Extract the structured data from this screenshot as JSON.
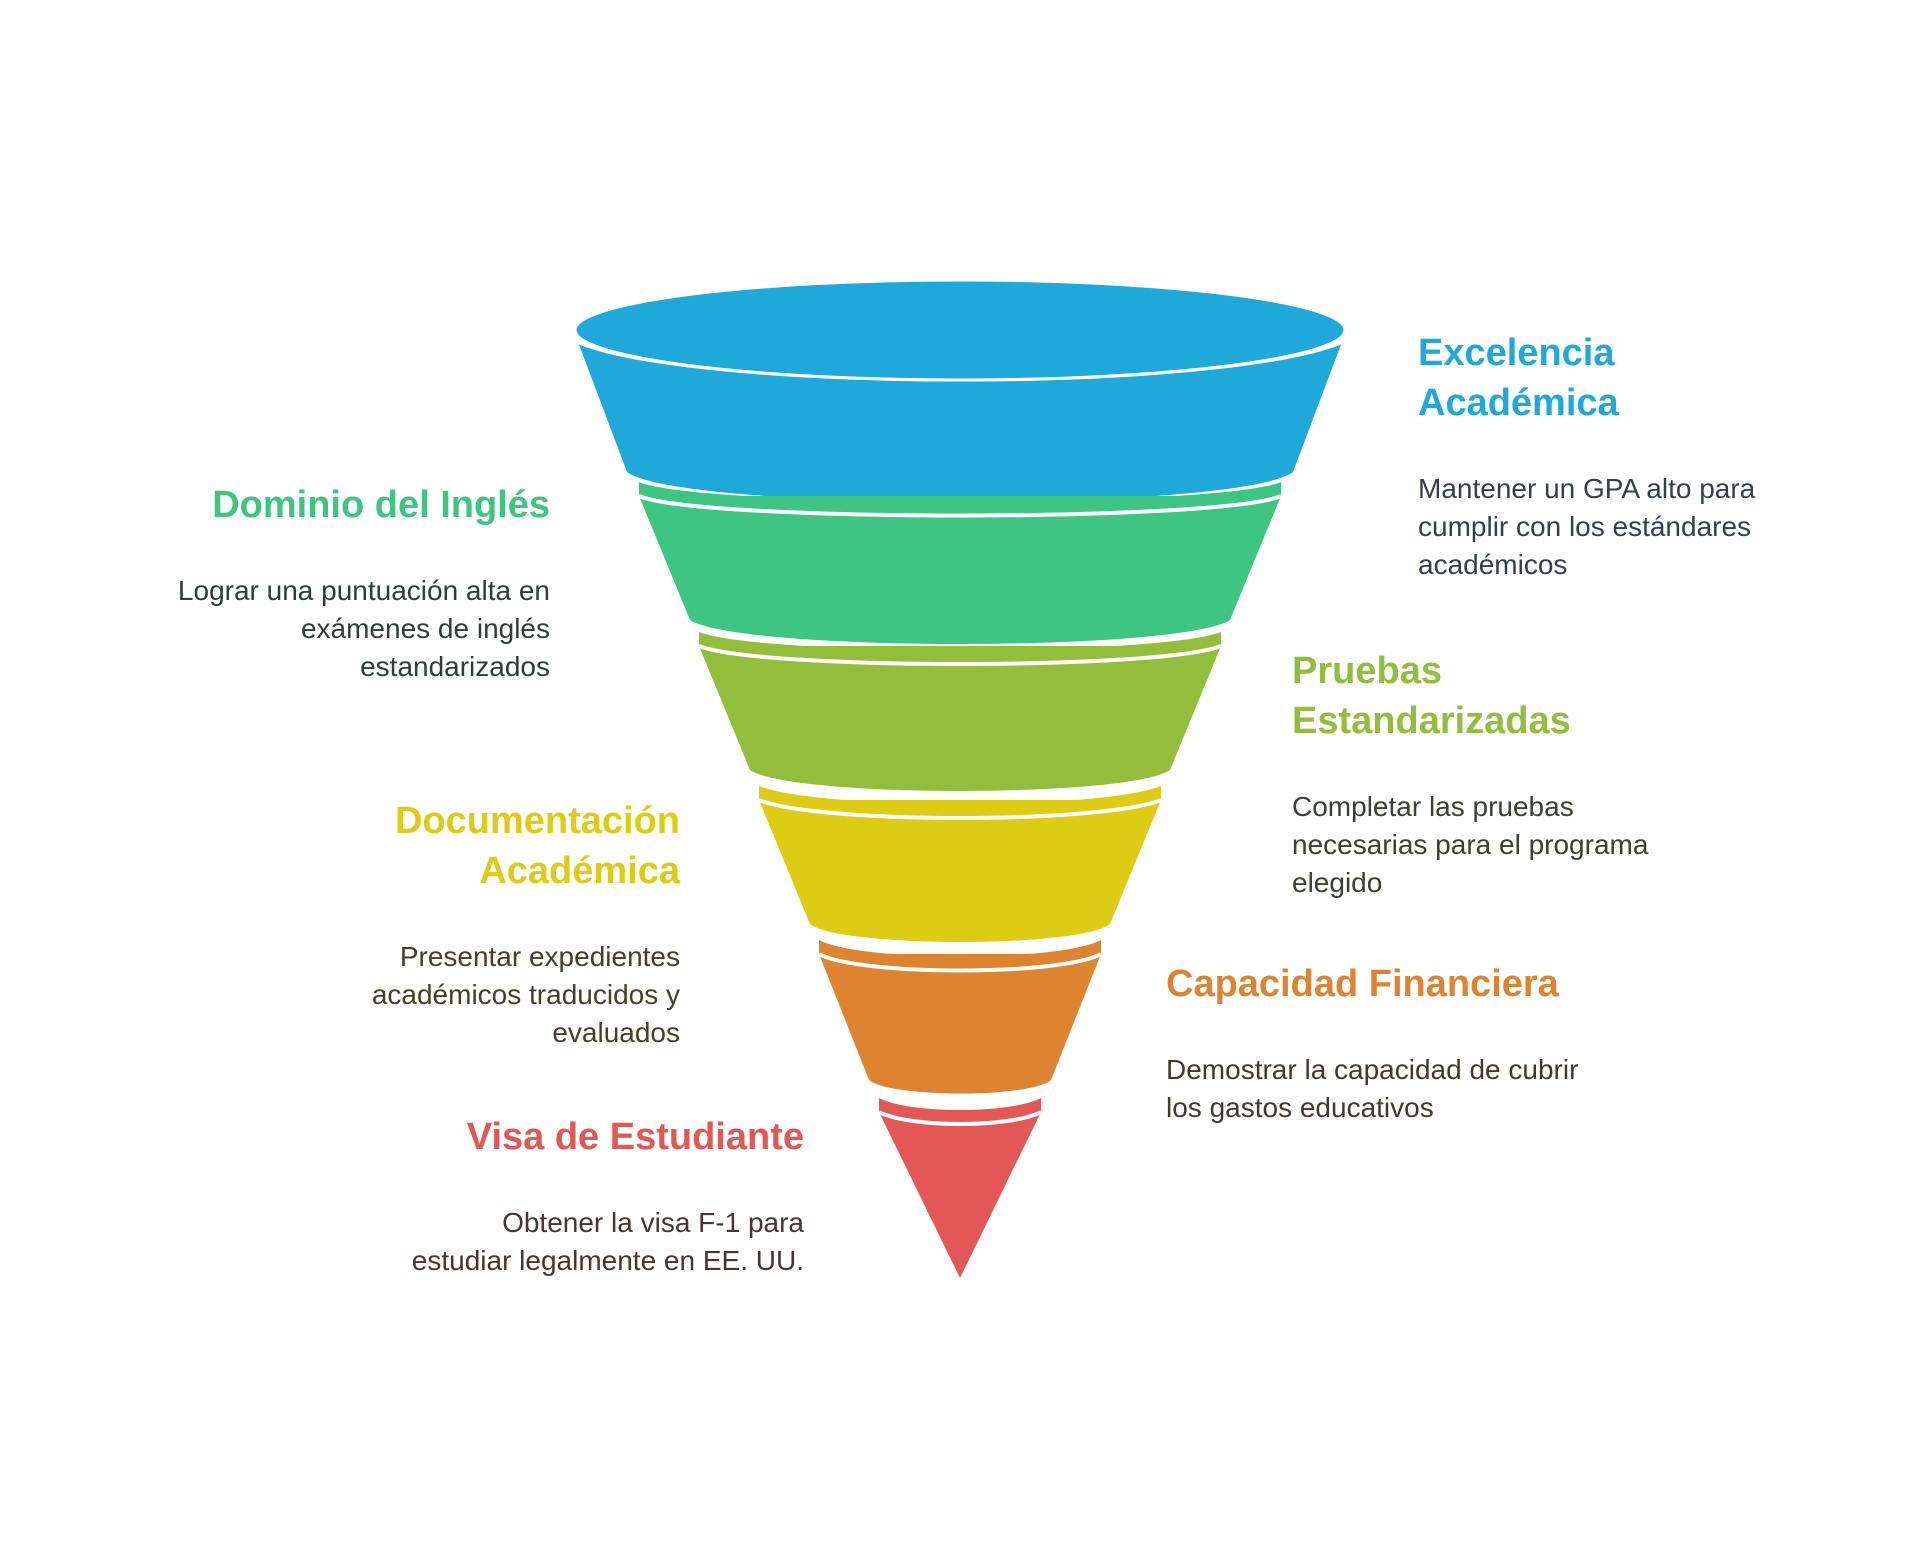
{
  "stages": [
    {
      "title": "Excelencia Académica",
      "description": "Mantener un GPA alto para cumplir con los estándares académicos",
      "color": "#1FA9DA",
      "text_color": "#333F4B"
    },
    {
      "title": "Dominio del Inglés",
      "description": "Lograr una puntuación alta en exámenes de inglés estandarizados",
      "color": "#3DC581",
      "text_color": "#2F3D38"
    },
    {
      "title": "Pruebas Estandarizadas",
      "description": "Completar las pruebas necesarias para el programa elegido",
      "color": "#92BE3B",
      "text_color": "#3A4130"
    },
    {
      "title": "Documentación Académica",
      "description": "Presentar expedientes académicos traducidos y evaluados",
      "color": "#DECC14",
      "text_color": "#433F28"
    },
    {
      "title": "Capacidad Financiera",
      "description": "Demostrar la capacidad de cubrir los gastos educativos",
      "color": "#DE8330",
      "text_color": "#44382D"
    },
    {
      "title": "Visa de Estudiante",
      "description": "Obtener la visa F-1 para estudiar legalmente en EE. UU.",
      "color": "#E35856",
      "text_color": "#4A3332"
    }
  ]
}
